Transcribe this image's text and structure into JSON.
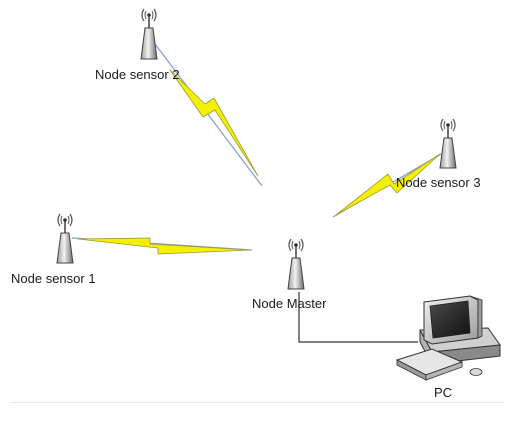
{
  "nodes": {
    "sensor1": {
      "label": "Node sensor 1"
    },
    "sensor2": {
      "label": "Node sensor 2"
    },
    "sensor3": {
      "label": "Node sensor 3"
    },
    "master": {
      "label": "Node Master"
    },
    "pc": {
      "label": "PC"
    }
  },
  "colors": {
    "bolt_fill": "#f4f000",
    "bolt_stroke": "#9a9a3a",
    "link_line": "#7d9fcc",
    "antenna_body": "#5a5a5a",
    "cable": "#333333"
  },
  "icons": {
    "node": "antenna-tower-icon",
    "pc": "desktop-computer-icon",
    "link": "wireless-bolt-icon"
  }
}
